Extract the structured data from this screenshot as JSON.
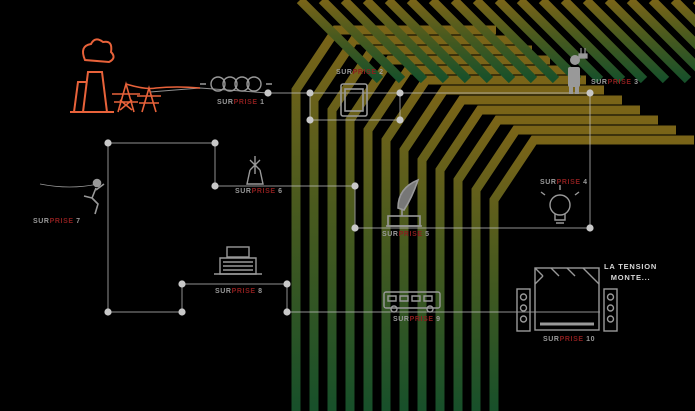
{
  "surprises": [
    {
      "pre": "SUR",
      "hl": "PRISE",
      "num": "1"
    },
    {
      "pre": "SUR",
      "hl": "PRISE",
      "num": "2"
    },
    {
      "pre": "SUR",
      "hl": "PRISE",
      "num": "3"
    },
    {
      "pre": "SUR",
      "hl": "PRISE",
      "num": "4"
    },
    {
      "pre": "SUR",
      "hl": "PRISE",
      "num": "5"
    },
    {
      "pre": "SUR",
      "hl": "PRISE",
      "num": "6"
    },
    {
      "pre": "SUR",
      "hl": "PRISE",
      "num": "7"
    },
    {
      "pre": "SUR",
      "hl": "PRISE",
      "num": "8"
    },
    {
      "pre": "SUR",
      "hl": "PRISE",
      "num": "9"
    },
    {
      "pre": "SUR",
      "hl": "PRISE",
      "num": "10"
    }
  ],
  "tension": {
    "line1": "LA TENSION",
    "line2": "MONTE..."
  },
  "icons": [
    "power-plant-icon",
    "pylon-icon",
    "coil-icon",
    "tablet-icon",
    "plug-person-icon",
    "lightbulb-icon",
    "gramophone-icon",
    "windmill-icon",
    "climber-icon",
    "typewriter-icon",
    "bus-icon",
    "stage-speakers-icon"
  ],
  "colors": {
    "gold": "#7a6418",
    "green": "#1c4a24",
    "label": "#9a9a9a",
    "accent": "#8a1e1e",
    "icon": "#aaaaaa",
    "power": "#e8623a"
  }
}
